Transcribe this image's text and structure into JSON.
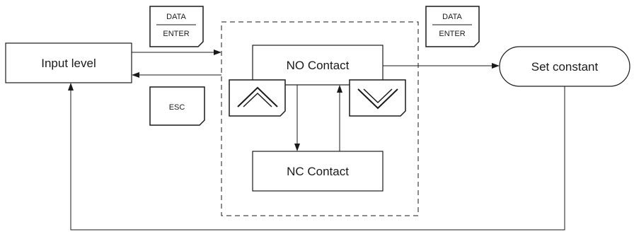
{
  "diagram": {
    "nodes": {
      "input_level": "Input level",
      "no_contact": "NO Contact",
      "nc_contact": "NC Contact",
      "set_constant": "Set constant"
    },
    "keys": {
      "data_enter_left": {
        "top": "DATA",
        "bottom": "ENTER"
      },
      "data_enter_right": {
        "top": "DATA",
        "bottom": "ENTER"
      },
      "esc": "ESC",
      "up": "up-arrow-icon",
      "down": "down-arrow-icon"
    }
  }
}
